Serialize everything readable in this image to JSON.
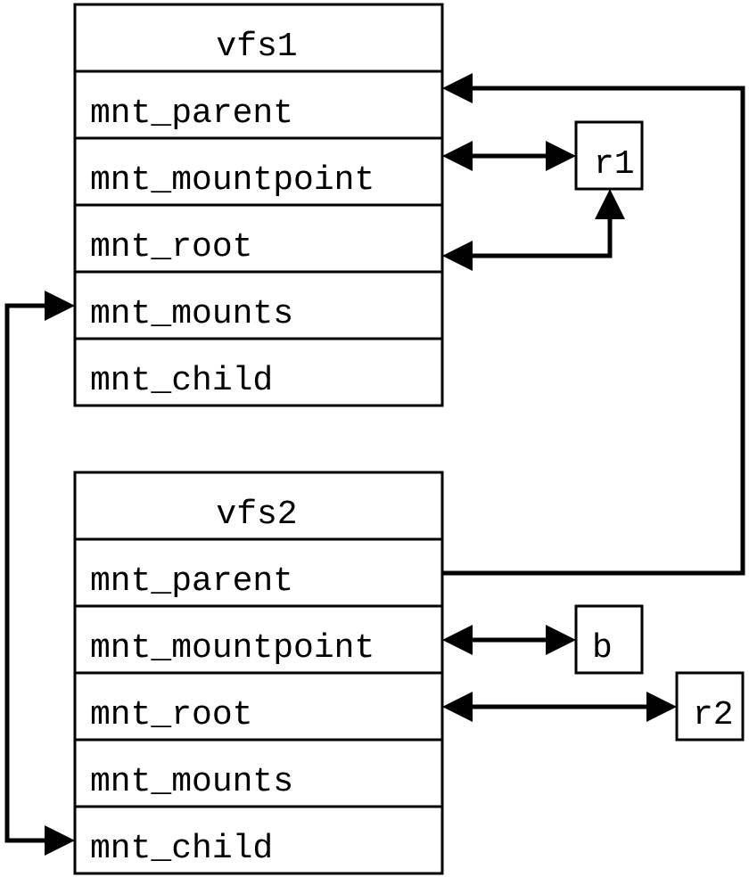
{
  "structs": [
    {
      "id": "vfs1",
      "title": "vfs1",
      "fields": [
        "mnt_parent",
        "mnt_mountpoint",
        "mnt_root",
        "mnt_mounts",
        "mnt_child"
      ]
    },
    {
      "id": "vfs2",
      "title": "vfs2",
      "fields": [
        "mnt_parent",
        "mnt_mountpoint",
        "mnt_root",
        "mnt_mounts",
        "mnt_child"
      ]
    }
  ],
  "nodes": [
    {
      "id": "r1",
      "label": "r1"
    },
    {
      "id": "b",
      "label": "b"
    },
    {
      "id": "r2",
      "label": "r2"
    }
  ],
  "edges": [
    {
      "from": "vfs2.mnt_parent",
      "to": "vfs1.mnt_parent",
      "arrows": "end"
    },
    {
      "from": "vfs1.mnt_mountpoint",
      "to": "r1",
      "arrows": "both"
    },
    {
      "from": "vfs1.mnt_root",
      "to": "r1",
      "arrows": "both"
    },
    {
      "from": "vfs1.mnt_mounts",
      "to": "vfs2.mnt_child",
      "arrows": "both"
    },
    {
      "from": "vfs2.mnt_mountpoint",
      "to": "b",
      "arrows": "both"
    },
    {
      "from": "vfs2.mnt_root",
      "to": "r2",
      "arrows": "both"
    }
  ],
  "colors": {
    "stroke": "#000000",
    "fill": "#ffffff"
  }
}
